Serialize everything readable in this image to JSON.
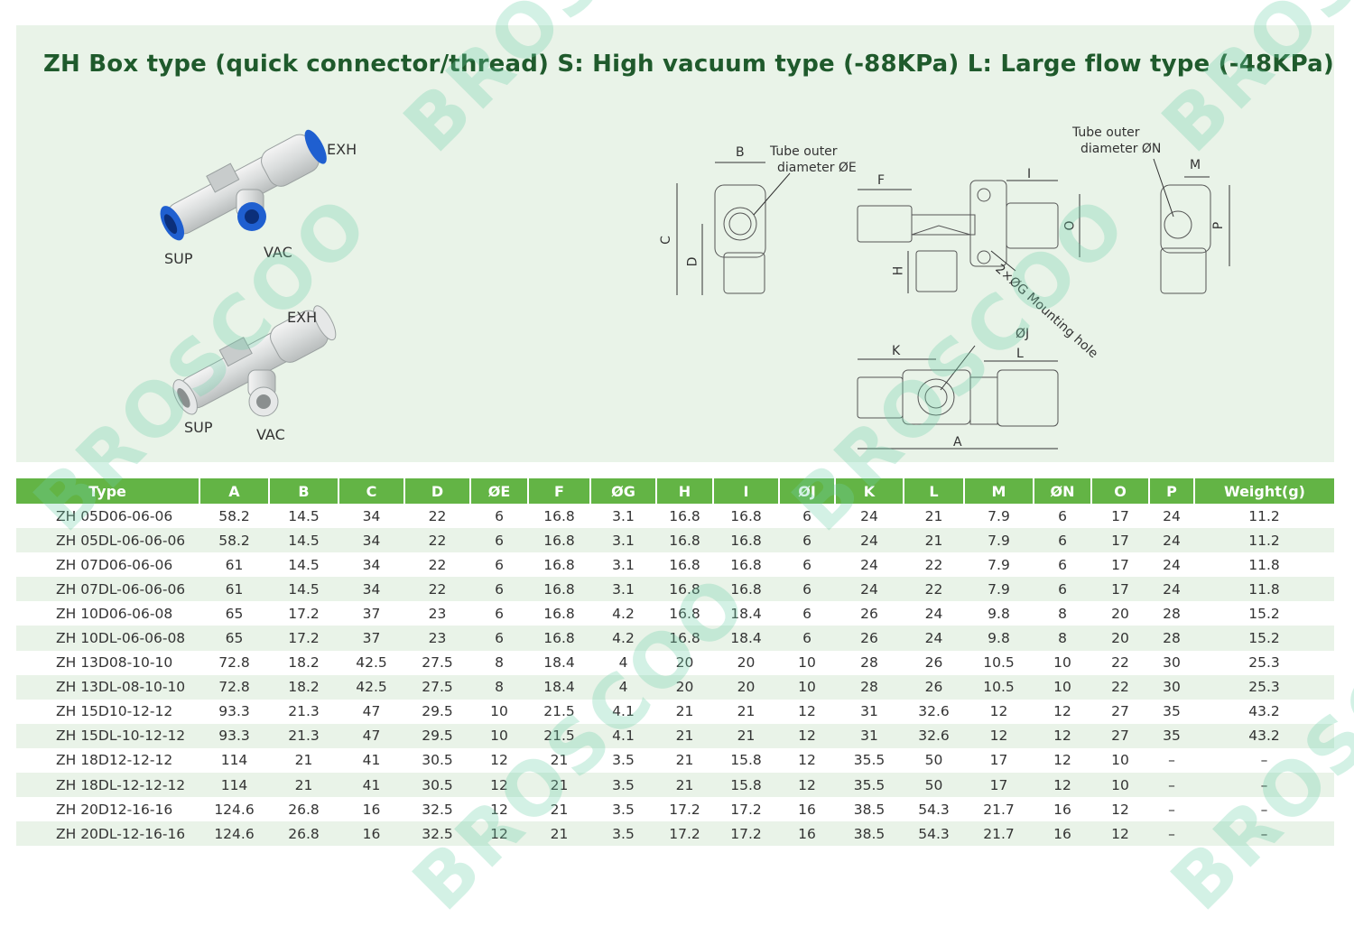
{
  "title": "ZH Box type (quick connector/thread) S: High vacuum type (-88KPa) L: Large flow type (-48KPa)",
  "photos": {
    "top": {
      "exh": "EXH",
      "sup": "SUP",
      "vac": "VAC"
    },
    "bottom": {
      "exh": "EXH",
      "sup": "SUP",
      "vac": "VAC"
    }
  },
  "diagram": {
    "tube_e_1": "Tube outer",
    "tube_e_2": "diameter ØE",
    "tube_n_1": "Tube outer",
    "tube_n_2": "diameter ØN",
    "mounting": "2×ØG Mounting hole",
    "dims": {
      "A": "A",
      "B": "B",
      "C": "C",
      "D": "D",
      "F": "F",
      "H": "H",
      "I": "I",
      "J": "ØJ",
      "K": "K",
      "L": "L",
      "M": "M",
      "O": "O",
      "P": "P"
    }
  },
  "watermark": "BROSCOO",
  "colors": {
    "header_green": "#63b445",
    "panel": "#e9f3e8",
    "title": "#1f5a2c",
    "blue": "#1f5fd0"
  },
  "table": {
    "headers": [
      "Type",
      "A",
      "B",
      "C",
      "D",
      "ØE",
      "F",
      "ØG",
      "H",
      "I",
      "ØJ",
      "K",
      "L",
      "M",
      "ØN",
      "O",
      "P",
      "Weight(g)"
    ],
    "rows": [
      [
        "ZH 05D06-06-06",
        "58.2",
        "14.5",
        "34",
        "22",
        "6",
        "16.8",
        "3.1",
        "16.8",
        "16.8",
        "6",
        "24",
        "21",
        "7.9",
        "6",
        "17",
        "24",
        "11.2"
      ],
      [
        "ZH 05DL-06-06-06",
        "58.2",
        "14.5",
        "34",
        "22",
        "6",
        "16.8",
        "3.1",
        "16.8",
        "16.8",
        "6",
        "24",
        "21",
        "7.9",
        "6",
        "17",
        "24",
        "11.2"
      ],
      [
        "ZH 07D06-06-06",
        "61",
        "14.5",
        "34",
        "22",
        "6",
        "16.8",
        "3.1",
        "16.8",
        "16.8",
        "6",
        "24",
        "22",
        "7.9",
        "6",
        "17",
        "24",
        "11.8"
      ],
      [
        "ZH 07DL-06-06-06",
        "61",
        "14.5",
        "34",
        "22",
        "6",
        "16.8",
        "3.1",
        "16.8",
        "16.8",
        "6",
        "24",
        "22",
        "7.9",
        "6",
        "17",
        "24",
        "11.8"
      ],
      [
        "ZH 10D06-06-08",
        "65",
        "17.2",
        "37",
        "23",
        "6",
        "16.8",
        "4.2",
        "16.8",
        "18.4",
        "6",
        "26",
        "24",
        "9.8",
        "8",
        "20",
        "28",
        "15.2"
      ],
      [
        "ZH 10DL-06-06-08",
        "65",
        "17.2",
        "37",
        "23",
        "6",
        "16.8",
        "4.2",
        "16.8",
        "18.4",
        "6",
        "26",
        "24",
        "9.8",
        "8",
        "20",
        "28",
        "15.2"
      ],
      [
        "ZH 13D08-10-10",
        "72.8",
        "18.2",
        "42.5",
        "27.5",
        "8",
        "18.4",
        "4",
        "20",
        "20",
        "10",
        "28",
        "26",
        "10.5",
        "10",
        "22",
        "30",
        "25.3"
      ],
      [
        "ZH 13DL-08-10-10",
        "72.8",
        "18.2",
        "42.5",
        "27.5",
        "8",
        "18.4",
        "4",
        "20",
        "20",
        "10",
        "28",
        "26",
        "10.5",
        "10",
        "22",
        "30",
        "25.3"
      ],
      [
        "ZH 15D10-12-12",
        "93.3",
        "21.3",
        "47",
        "29.5",
        "10",
        "21.5",
        "4.1",
        "21",
        "21",
        "12",
        "31",
        "32.6",
        "12",
        "12",
        "27",
        "35",
        "43.2"
      ],
      [
        "ZH 15DL-10-12-12",
        "93.3",
        "21.3",
        "47",
        "29.5",
        "10",
        "21.5",
        "4.1",
        "21",
        "21",
        "12",
        "31",
        "32.6",
        "12",
        "12",
        "27",
        "35",
        "43.2"
      ],
      [
        "ZH 18D12-12-12",
        "114",
        "21",
        "41",
        "30.5",
        "12",
        "21",
        "3.5",
        "21",
        "15.8",
        "12",
        "35.5",
        "50",
        "17",
        "12",
        "10",
        "–",
        "–"
      ],
      [
        "ZH 18DL-12-12-12",
        "114",
        "21",
        "41",
        "30.5",
        "12",
        "21",
        "3.5",
        "21",
        "15.8",
        "12",
        "35.5",
        "50",
        "17",
        "12",
        "10",
        "–",
        "–"
      ],
      [
        "ZH 20D12-16-16",
        "124.6",
        "26.8",
        "16",
        "32.5",
        "12",
        "21",
        "3.5",
        "17.2",
        "17.2",
        "16",
        "38.5",
        "54.3",
        "21.7",
        "16",
        "12",
        "–",
        "–"
      ],
      [
        "ZH 20DL-12-16-16",
        "124.6",
        "26.8",
        "16",
        "32.5",
        "12",
        "21",
        "3.5",
        "17.2",
        "17.2",
        "16",
        "38.5",
        "54.3",
        "21.7",
        "16",
        "12",
        "–",
        "–"
      ]
    ]
  }
}
